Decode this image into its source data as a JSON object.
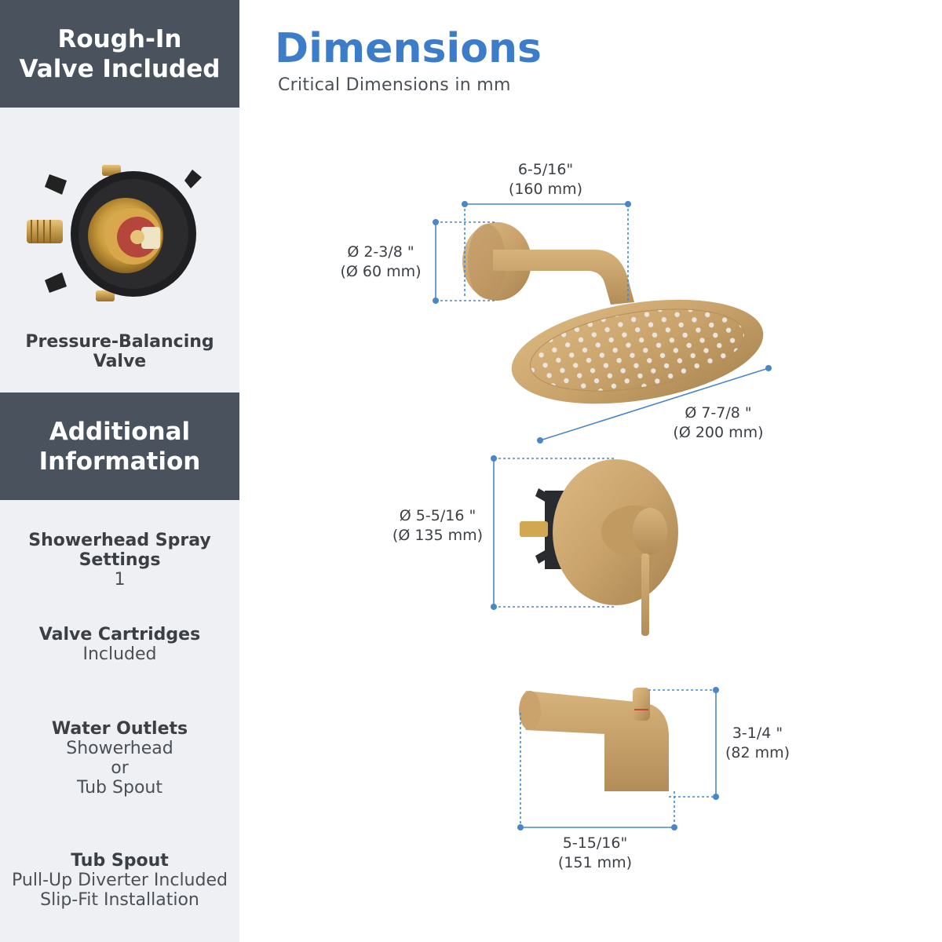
{
  "sidebar": {
    "rough_in_header": "Rough-In\nValve Included",
    "valve_caption": "Pressure-Balancing\nValve",
    "additional_header": "Additional\nInformation",
    "info": [
      {
        "title": "Showerhead Spray\nSettings",
        "value": "1"
      },
      {
        "title": "Valve Cartridges",
        "value": "Included"
      },
      {
        "title": "Water Outlets",
        "value": "Showerhead\nor\nTub Spout"
      },
      {
        "title": "Tub Spout",
        "value": "Pull-Up Diverter Included\nSlip-Fit Installation"
      }
    ]
  },
  "main": {
    "title": "Dimensions",
    "subtitle": "Critical Dimensions in mm"
  },
  "dimensions": {
    "shower_arm_width": "6-5/16\"\n(160 mm)",
    "flange_diameter": "Ø 2-3/8 \"\n(Ø 60 mm)",
    "showerhead_diameter": "Ø 7-7/8 \"\n(Ø 200 mm)",
    "trim_plate_diameter": "Ø 5-5/16 \"\n(Ø 135 mm)",
    "tub_spout_height": "3-1/4 \"\n(82 mm)",
    "tub_spout_length": "5-15/16\"\n(151 mm)"
  },
  "colors": {
    "accent_blue": "#3d7cc9",
    "dimension_line": "#4a86c8",
    "sidebar_header": "#4a535d",
    "sidebar_bg": "#eef0f4",
    "brushed_gold": "#c9a36b"
  },
  "icons": [
    "pressure-balancing-valve-image",
    "showerhead-image",
    "trim-handle-image",
    "tub-spout-image"
  ]
}
